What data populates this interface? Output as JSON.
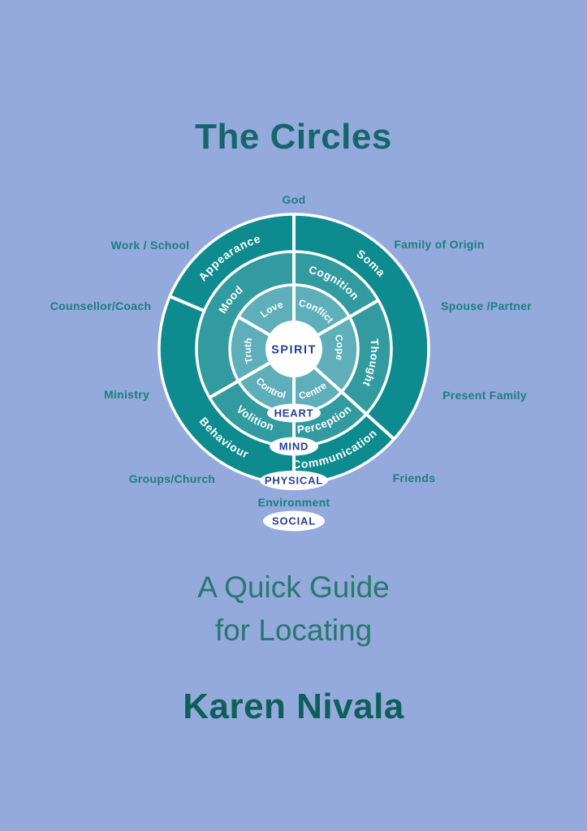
{
  "page": {
    "title": "The Circles",
    "subtitle_line1": "A Quick Guide",
    "subtitle_line2": "for Locating",
    "author": "Karen Nivala"
  },
  "colors": {
    "background": "#94a9dc",
    "title_text": "#15666c",
    "outer_label_text": "#1b7e82",
    "subtitle_text": "#27786d",
    "author_text": "#0e5f5a",
    "ring_outer": "#0d8b8e",
    "ring_middle": "#319ba0",
    "ring_inner": "#5fafba",
    "ring_label_text": "#ffffff",
    "badge_text": "#24419a",
    "badge_fill": "#ffffff"
  },
  "diagram": {
    "center_label": "SPIRIT",
    "rings": [
      {
        "badge": "HEART",
        "segments": [
          "Love",
          "Conflict",
          "Cope",
          "Centre",
          "Control",
          "Truth"
        ]
      },
      {
        "badge": "MIND",
        "segments": [
          "Mood",
          "Cognition",
          "Thought",
          "Perception",
          "Volition"
        ]
      },
      {
        "badge": "PHYSICAL",
        "segments": [
          "Appearance",
          "Soma",
          "Communication",
          "Behaviour"
        ]
      }
    ],
    "outer_badge": "SOCIAL",
    "social_labels": [
      "God",
      "Work / School",
      "Family of Origin",
      "Counsellor/Coach",
      "Spouse /Partner",
      "Ministry",
      "Present Family",
      "Groups/Church",
      "Friends",
      "Environment"
    ]
  }
}
